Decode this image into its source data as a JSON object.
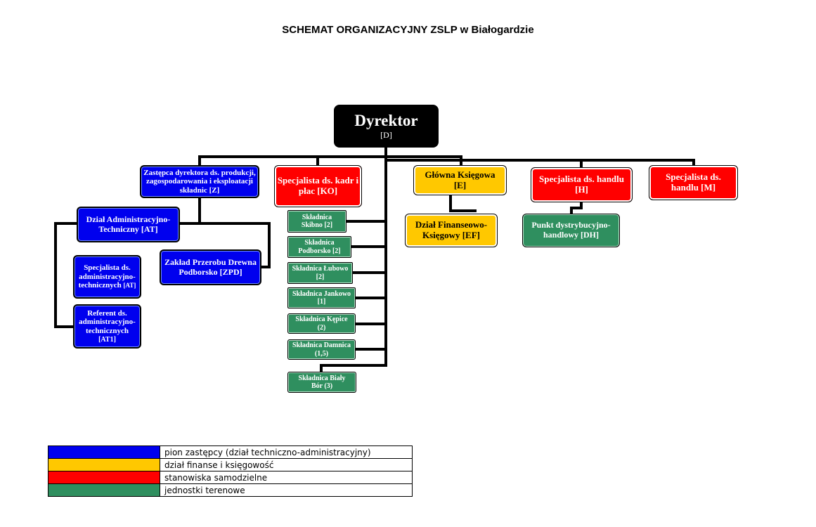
{
  "title": "SCHEMAT ORGANIZACYJNY ZSLP w Białogardzie",
  "colors": {
    "blue": "#0000ee",
    "yellow": "#ffc800",
    "red": "#ff0000",
    "green": "#2f8f5f",
    "black": "#000000"
  },
  "nodes": {
    "director": {
      "name": "Dyrektor",
      "code": "[D]"
    },
    "deputy": {
      "text": "Zastępca dyrektora ds. produkcji, zagospodarowania i eksploatacji składnic [Z]"
    },
    "hr": {
      "text": "Specjalista ds. kadr i płac [KO]"
    },
    "chief_accountant": {
      "line1": "Główna Księgowa",
      "line2": "[E]"
    },
    "trade_h": {
      "line1": "Specjalista ds. handlu",
      "line2": "[H]"
    },
    "trade_m": {
      "text": "Specjalista ds. handlu [M]"
    },
    "admin_tech": {
      "text": "Dział Administracyjno-Techniczny [AT]"
    },
    "wood_plant": {
      "text": "Zakład Przerobu Drewna Podborsko [ZPD]"
    },
    "specialist_at": {
      "main": "Specjalista ds. administracyjno-technicznych",
      "code": "[AT]"
    },
    "referent_at1": {
      "main": "Referent ds. administracyjno-technicznych",
      "code": "[AT1]"
    },
    "finance_dept": {
      "text": "Dział Finanseowo-Księgowy [EF]"
    },
    "distribution": {
      "text": "Punkt dystrybucyjno-handlowy [DH]"
    },
    "depots": [
      {
        "line1": "Składnica",
        "line2": "Skibno [2]"
      },
      {
        "line1": "Składnica",
        "line2": "Podborsko [2]"
      },
      {
        "line1": "Składnica Łubowo",
        "line2": "[2]"
      },
      {
        "line1": "Składnica Jankowo",
        "line2": "[1]"
      },
      {
        "line1": "Składnica Kępice",
        "line2": "(2)"
      },
      {
        "line1": "Składnica Damnica",
        "line2": "(1,5)"
      },
      {
        "line1": "Składnica Biały",
        "line2": "Bór (3)"
      }
    ]
  },
  "legend": [
    {
      "color": "#0000ee",
      "label": "pion zastępcy (dział techniczno-administracyjny)"
    },
    {
      "color": "#ffc800",
      "label": "dział finanse i księgowość"
    },
    {
      "color": "#ff0000",
      "label": "stanowiska samodzielne"
    },
    {
      "color": "#2f8f5f",
      "label": "jednostki terenowe"
    }
  ]
}
